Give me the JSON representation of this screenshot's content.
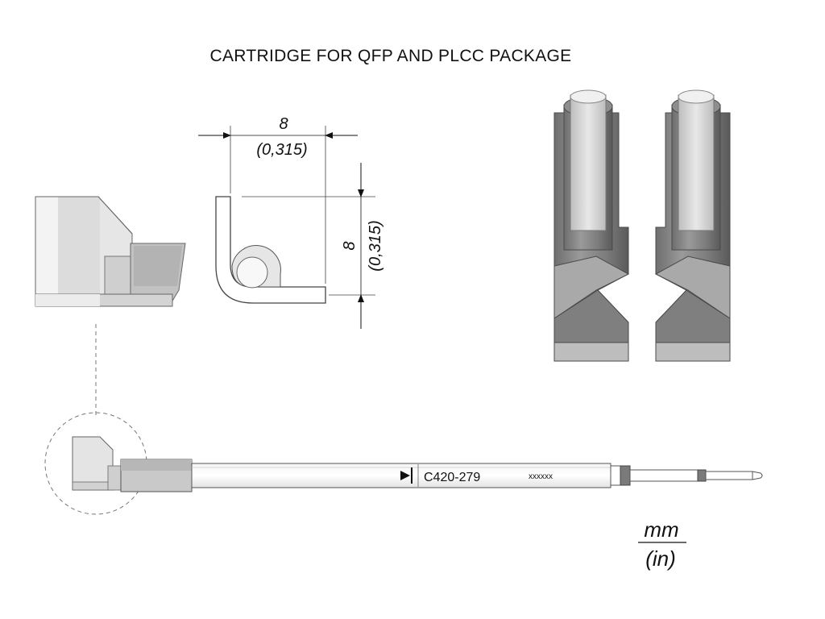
{
  "title": "CARTRIDGE FOR QFP AND PLCC PACKAGE",
  "dimensions": {
    "width": {
      "mm": "8",
      "in": "(0,315)"
    },
    "height": {
      "mm": "8",
      "in": "(0,315)"
    }
  },
  "cartridge": {
    "part_number": "C420-279",
    "serial": "xxxxxx"
  },
  "units": {
    "primary": "mm",
    "secondary": "(in)"
  },
  "colors": {
    "steel_dark": "#7a7a7a",
    "steel_mid": "#a8a8a8",
    "steel_light": "#d9d9d9",
    "outline": "#333333"
  }
}
